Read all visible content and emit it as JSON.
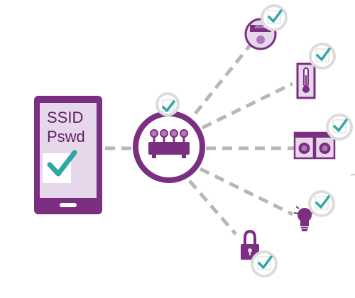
{
  "phone": {
    "line1": "SSID",
    "line2": "Pswd"
  },
  "smart_meter": {
    "reading": "20000"
  },
  "devices": [
    {
      "id": "smart-meter",
      "icon": "smart-meter-icon",
      "connected": true
    },
    {
      "id": "thermostat",
      "icon": "thermometer-icon",
      "connected": true
    },
    {
      "id": "washer-dryer",
      "icon": "washer-dryer-icon",
      "connected": true
    },
    {
      "id": "smart-bulb",
      "icon": "light-bulb-icon",
      "connected": true
    },
    {
      "id": "smart-lock",
      "icon": "padlock-icon",
      "connected": true
    }
  ],
  "colors": {
    "purple_dark": "#7a2f81",
    "purple_light": "#e7d7ea",
    "purple_mid": "#b178b7",
    "teal_check": "#2ea8a4",
    "dash_gray": "#b7b7b7"
  }
}
